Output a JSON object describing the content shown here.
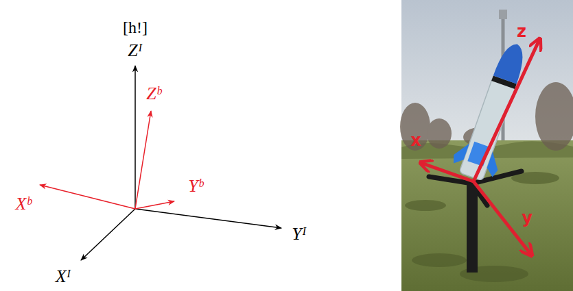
{
  "diagram": {
    "labels": [
      "[h!]",
      "Zᴵ",
      "Zᵇ",
      "Xᵇ",
      "Yᵇ",
      "Yᴵ",
      "Xᴵ",
      "z",
      "x",
      "y"
    ]
  }
}
